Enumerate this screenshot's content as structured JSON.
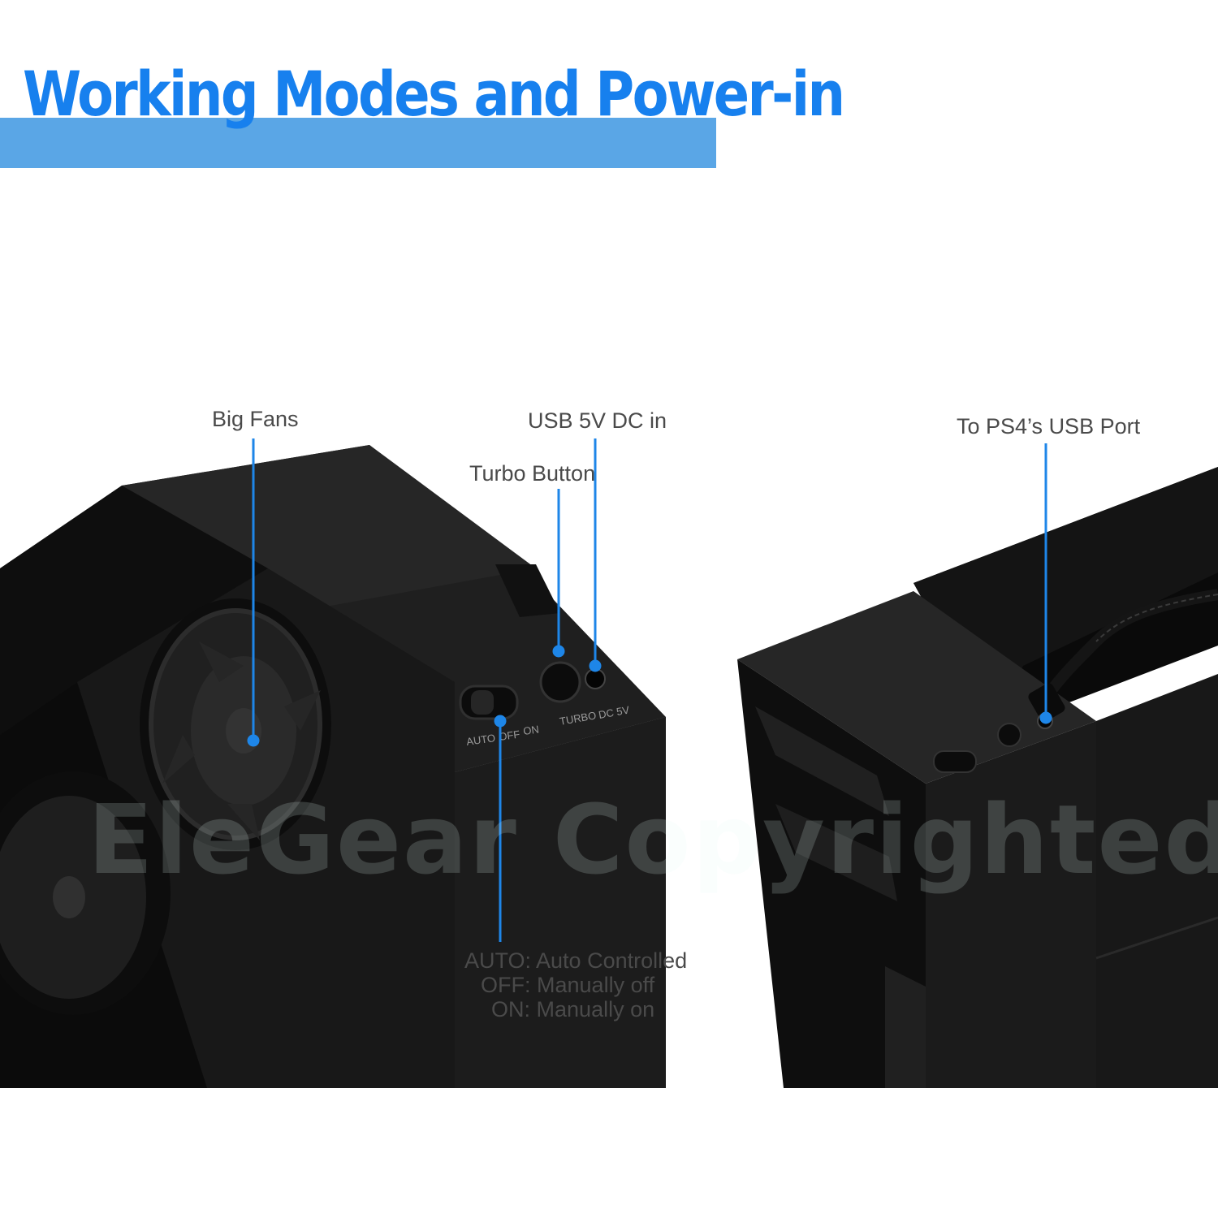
{
  "header": {
    "title": "Working Modes and Power-in"
  },
  "watermark": "EleGear Copyrighted",
  "callouts": {
    "big_fans": "Big Fans",
    "usb_dc_in": "USB 5V DC in",
    "turbo_button": "Turbo Button",
    "to_usb_port": "To PS4’s USB Port"
  },
  "modes": [
    {
      "key": "AUTO:",
      "desc": "Auto Controlled"
    },
    {
      "key": "OFF:",
      "desc": "Manually off"
    },
    {
      "key": "ON:",
      "desc": "Manually on"
    }
  ],
  "device_markings": {
    "auto": "AUTO",
    "off": "OFF",
    "on": "ON",
    "turbo": "TURBO",
    "dc": "DC 5V"
  },
  "colors": {
    "banner": "#5aa6e6",
    "title": "#1780ee",
    "callout_line": "#1e86e8",
    "device": "#1a1a1a"
  }
}
